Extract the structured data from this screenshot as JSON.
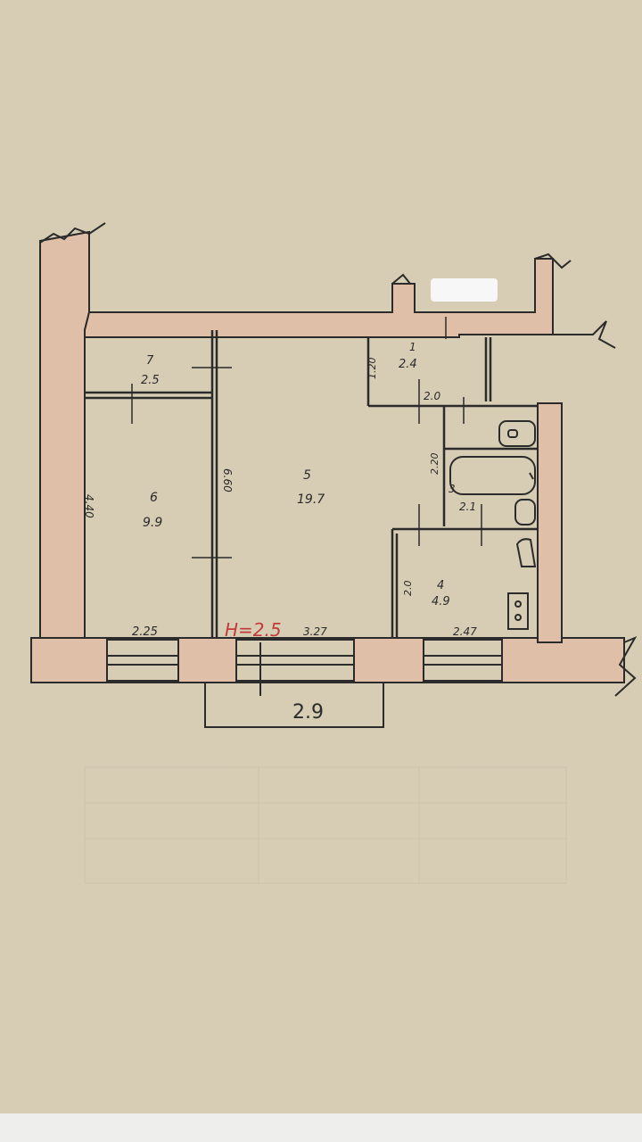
{
  "floorplan": {
    "rooms": [
      {
        "number": "1",
        "area": "2.4"
      },
      {
        "number": "3",
        "area": "2.1"
      },
      {
        "number": "4",
        "area": "4.9"
      },
      {
        "number": "5",
        "area": "19.7"
      },
      {
        "number": "6",
        "area": "9.9"
      },
      {
        "number": "7",
        "area": "2.5"
      }
    ],
    "dimensions": {
      "room6_width": "2.25",
      "room5_width": "3.27",
      "room4_width": "2.47",
      "room6_length": "4.40",
      "room5_length": "6.60",
      "room1_height": "1.20",
      "room1_width": "2.0",
      "room3_height": "2.20",
      "room4_height": "2.0",
      "balcony_width": "2.9"
    },
    "ceiling_height": "H=2.5"
  },
  "colors": {
    "paper": "#d7ccb4",
    "wall_fill": "#e0bfa9",
    "ink": "#2b2b2b",
    "red_ink": "#c43a3a"
  }
}
